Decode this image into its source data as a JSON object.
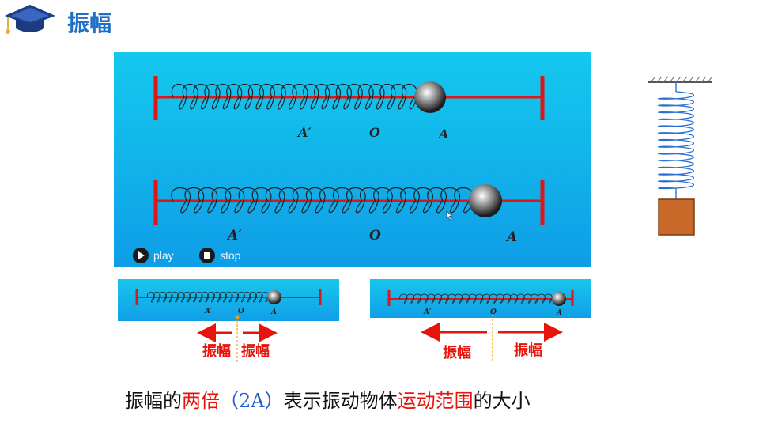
{
  "header": {
    "title": "振幅",
    "icon": "graduation-cap-icon"
  },
  "animation": {
    "scene1": {
      "labels": {
        "a_prime": "A′",
        "o": "O",
        "a": "A"
      }
    },
    "scene2": {
      "labels": {
        "a_prime": "A′",
        "o": "O",
        "a": "A"
      }
    },
    "controls": {
      "play_label": "play",
      "stop_label": "stop"
    }
  },
  "diagrams": {
    "left": {
      "labels": {
        "a_prime": "A′",
        "o": "O",
        "a": "A"
      },
      "left_arrow_label": "振幅",
      "right_arrow_label": "振幅"
    },
    "right": {
      "labels": {
        "a_prime": "A′",
        "o": "O",
        "a": "A"
      },
      "left_arrow_label": "振幅",
      "right_arrow_label": "振幅"
    }
  },
  "caption": {
    "part1": "振幅的",
    "part2": "两倍",
    "part3": "（2A）",
    "part4": "表示振动物体",
    "part5": "运动范围",
    "part6": "的大小"
  },
  "colors": {
    "accent": "#1f6fc6",
    "red": "#e8140c",
    "panel": "#12b6ea",
    "block": "#c8692a"
  }
}
